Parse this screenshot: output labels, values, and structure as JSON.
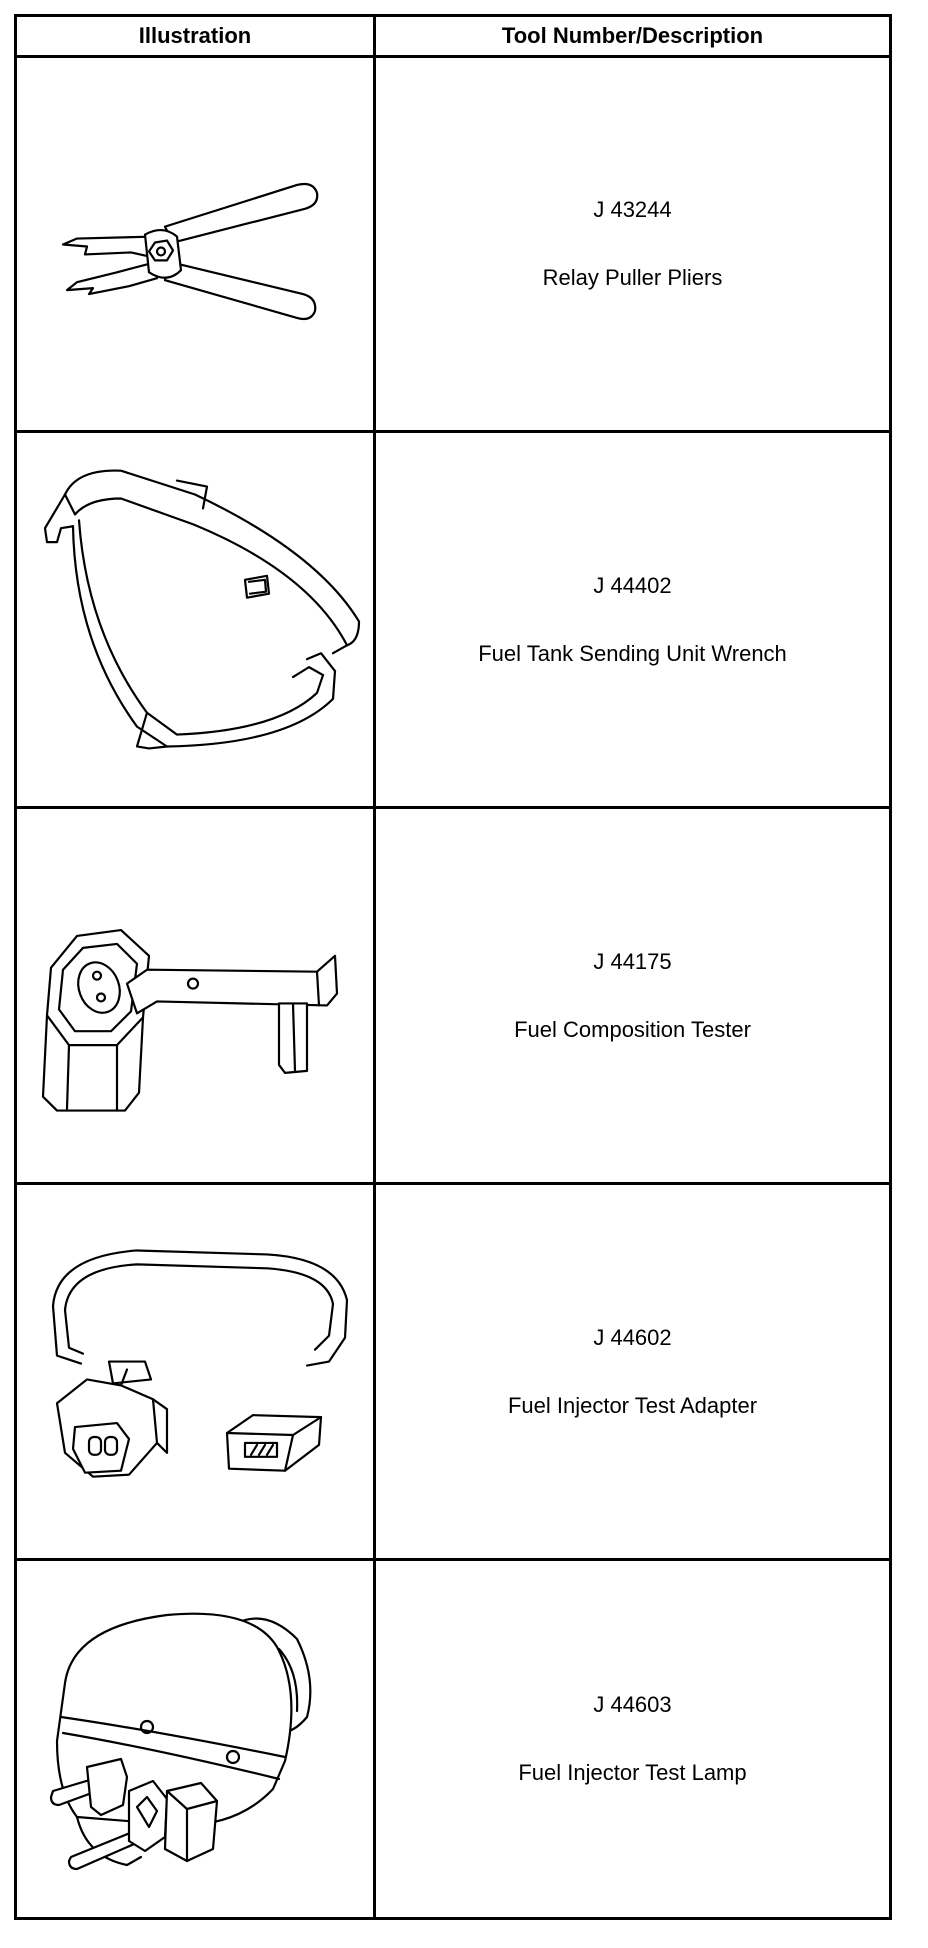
{
  "table": {
    "headers": [
      "Illustration",
      "Tool Number/Description"
    ],
    "rows": [
      {
        "illustration_icon": "relay-puller-pliers-icon",
        "tool_number": "J 43244",
        "description": "Relay Puller Pliers"
      },
      {
        "illustration_icon": "fuel-tank-sending-unit-wrench-icon",
        "tool_number": "J 44402",
        "description": "Fuel Tank Sending Unit Wrench"
      },
      {
        "illustration_icon": "fuel-composition-tester-icon",
        "tool_number": "J 44175",
        "description": "Fuel Composition Tester"
      },
      {
        "illustration_icon": "fuel-injector-test-adapter-icon",
        "tool_number": "J 44602",
        "description": "Fuel Injector Test Adapter"
      },
      {
        "illustration_icon": "fuel-injector-test-lamp-icon",
        "tool_number": "J 44603",
        "description": "Fuel Injector Test Lamp"
      }
    ]
  }
}
